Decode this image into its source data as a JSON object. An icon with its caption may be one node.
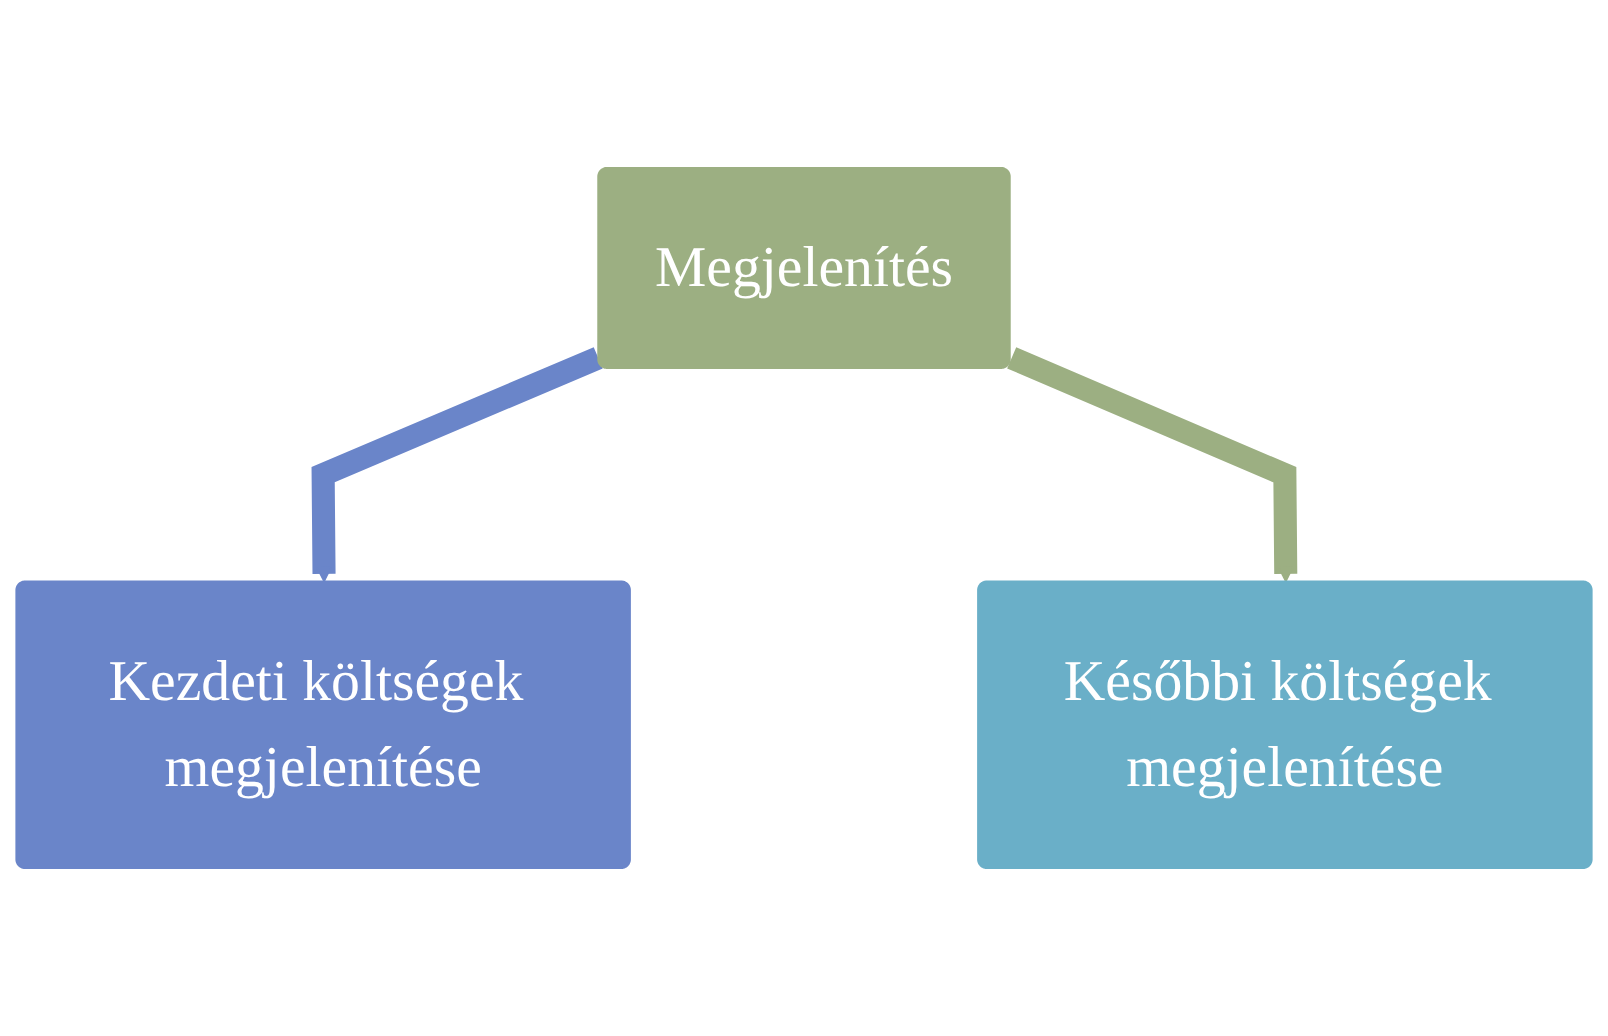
{
  "diagram": {
    "nodes": [
      {
        "text": [
          "Megjelenítés"
        ]
      },
      {
        "text": [
          "Kezdeti költségek megjelenítése"
        ]
      },
      {
        "text": [
          "Későbbi költségek megjelenítése"
        ]
      }
    ],
    "edges": [
      {
        "from": 0,
        "to": 1,
        "arrow": "to",
        "color": "#6a85c9"
      },
      {
        "from": 0,
        "to": 2,
        "arrow": "to",
        "color": "#9caf82"
      }
    ]
  }
}
